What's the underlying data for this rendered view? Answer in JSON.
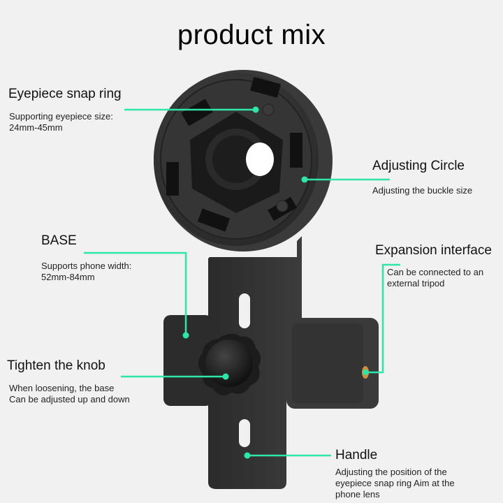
{
  "title": "product mix",
  "accent_color": "#2ee6a8",
  "callouts": [
    {
      "id": "eyepiece-snap-ring",
      "label": "Eyepiece snap ring",
      "description": "Supporting eyepiece size:\n24mm-45mm"
    },
    {
      "id": "adjusting-circle",
      "label": "Adjusting Circle",
      "description": "Adjusting the buckle size"
    },
    {
      "id": "base",
      "label": "BASE",
      "description": "Supports phone width:\n52mm-84mm"
    },
    {
      "id": "expansion-interface",
      "label": "Expansion interface",
      "description": "Can be connected to an\nexternal tripod"
    },
    {
      "id": "tighten-knob",
      "label": "Tighten the knob",
      "description": "When loosening, the base\nCan be adjusted up and down"
    },
    {
      "id": "handle",
      "label": "Handle",
      "description": "Adjusting the position of the\neyepiece snap ring Aim at the\nphone lens"
    }
  ]
}
